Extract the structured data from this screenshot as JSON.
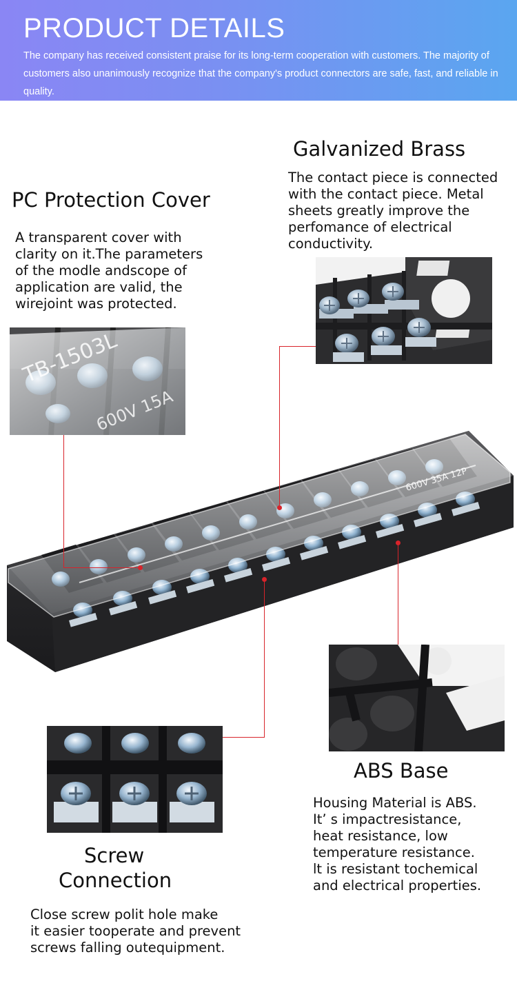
{
  "header": {
    "title": "PRODUCT DETAILS",
    "intro": "The company has received consistent praise for its long-term cooperation with customers. The majority of customers also unanimously recognize that the company's product connectors are safe, fast, and reliable in quality."
  },
  "features": {
    "galvanized": {
      "title": "Galvanized Brass",
      "text": "The contact piece is connected\nwith the contact piece. Metal\nsheets greatly improve the\nperfomance of electrical\nconductivity."
    },
    "pc_cover": {
      "title": "PC Protection Cover",
      "text": "A transparent cover with\nclarity on it.The parameters\nof the modle andscope of\napplication are valid, the\nwirejoint was protected."
    },
    "abs_base": {
      "title": "ABS Base",
      "text": "Housing Material is ABS.\nIt’ s impactresistance,\n heat resistance, low\ntemperature resistance.\nlt is resistant tochemical\nand electrical properties."
    },
    "screw": {
      "title_line1": "Screw",
      "title_line2": "Connection",
      "text": "Close screw polit hole make\nit easier tooperate and prevent\n screws falling outequipment."
    }
  },
  "product_marking": {
    "rating": "600V 35A 12P",
    "cover_part": "TB-1503L",
    "cover_rating": "600V 15A"
  },
  "colors": {
    "accent": "#d8232a",
    "banner_start": "#8a86f4",
    "banner_end": "#5aa6f0",
    "housing": "#2b2b2d"
  }
}
